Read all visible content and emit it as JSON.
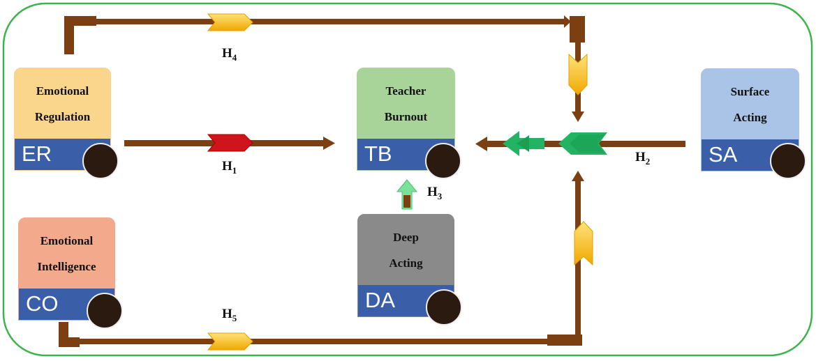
{
  "constructs": [
    {
      "id": "er",
      "title_lines": [
        "Emotional",
        "Regulation"
      ],
      "code": "ER",
      "color": "#fad58c"
    },
    {
      "id": "tb",
      "title_lines": [
        "Teacher",
        "Burnout"
      ],
      "code": "TB",
      "color": "#a8d49a"
    },
    {
      "id": "sa",
      "title_lines": [
        "Surface",
        "Acting"
      ],
      "code": "SA",
      "color": "#a9c4e6"
    },
    {
      "id": "co",
      "title_lines": [
        "Emotional",
        "Intelligence"
      ],
      "code": "CO",
      "color": "#f2a98c"
    },
    {
      "id": "da",
      "title_lines": [
        "Deep",
        "Acting"
      ],
      "code": "DA",
      "color": "#8a8a8a"
    }
  ],
  "hypotheses": [
    {
      "id": "h1",
      "base": "H",
      "sub": "1"
    },
    {
      "id": "h2",
      "base": "H",
      "sub": "2"
    },
    {
      "id": "h3",
      "base": "H",
      "sub": "3"
    },
    {
      "id": "h4",
      "base": "H",
      "sub": "4"
    },
    {
      "id": "h5",
      "base": "H",
      "sub": "5"
    }
  ],
  "colors": {
    "border": "#3bb54a",
    "path": "#7b3f12",
    "gold_chevron": "#f5c21b",
    "red_chevron": "#d0141c",
    "green_chevron": "#22b462",
    "light_green_chevron": "#7be09a",
    "code_band": "#3a5fa8"
  }
}
